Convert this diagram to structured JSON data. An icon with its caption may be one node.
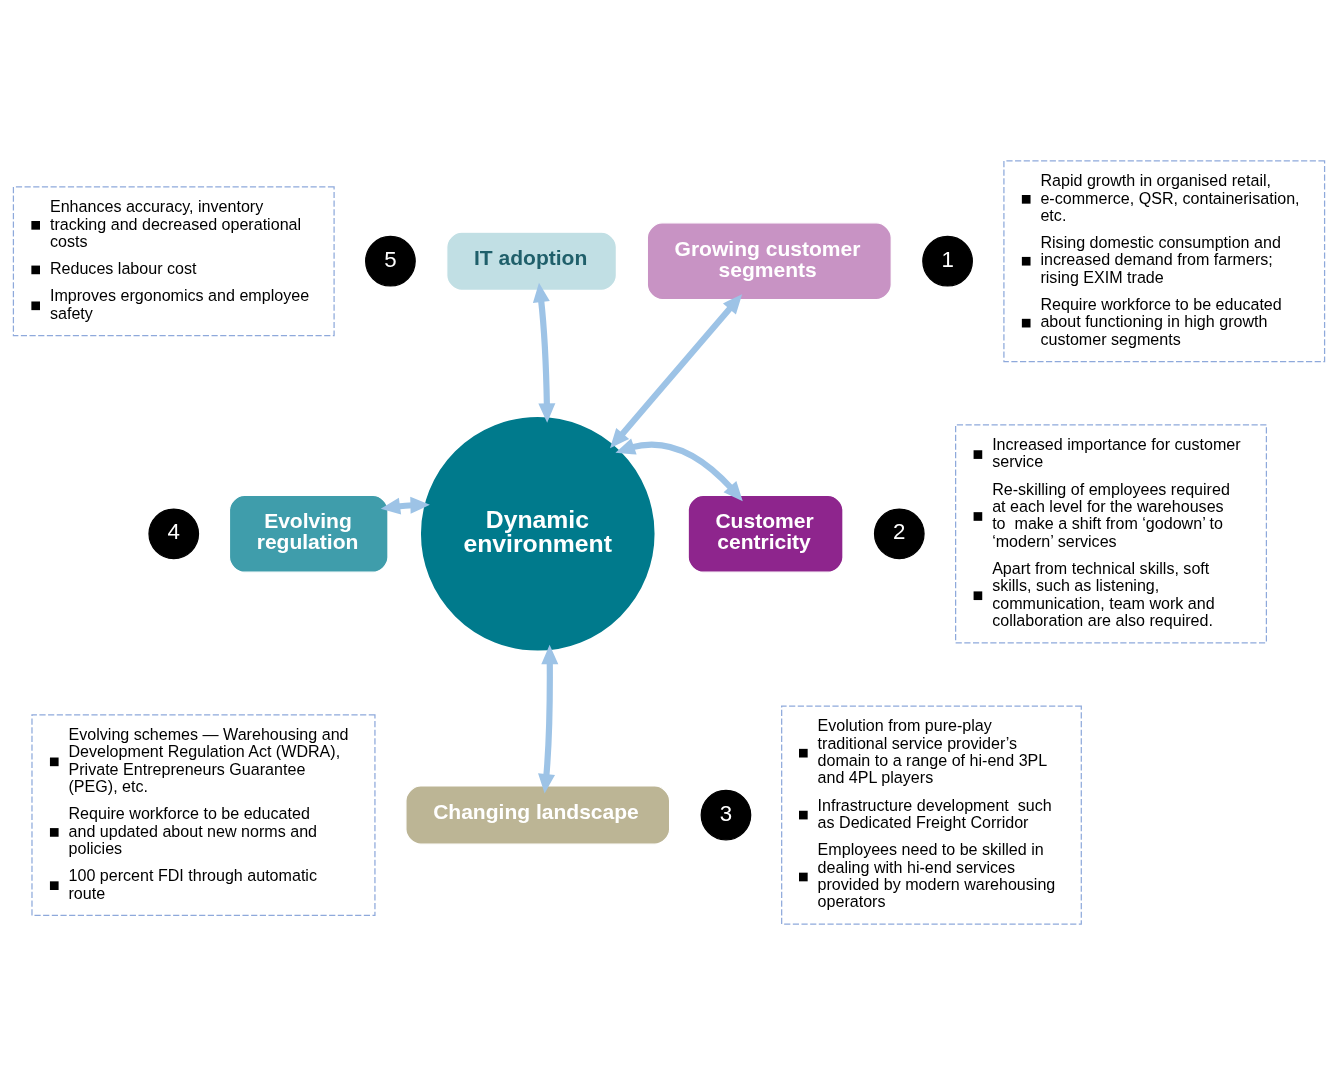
{
  "diagram": {
    "nodes": [
      {
        "text": [
          "Enhances accuracy, inventory tracking and decreased operational costs",
          "Reduces labour cost",
          "Improves ergonomics and employee safety"
        ]
      },
      {
        "text": [
          "Rapid growth in organised retail, e-commerce, QSR, containerisation, etc.",
          "Rising domestic consumption and increased demand from farmers; rising EXIM trade",
          "Require workforce to be educated about functioning in high growth customer segments"
        ]
      },
      {
        "text": [
          "1"
        ]
      },
      {
        "text": [
          "Growing customer segments"
        ]
      },
      {
        "text": [
          "5"
        ]
      },
      {
        "text": [
          "IT adoption"
        ]
      },
      {
        "text": [
          "Dynamic environment"
        ]
      },
      {
        "text": [
          "Increased importance for customer service",
          "Re-skilling of employees required at each level for the warehouses to  make a shift from ‘godown’ to ‘modern’ services",
          "Apart from technical skills, soft skills, such as listening, communication, team work and collaboration are also required."
        ]
      },
      {
        "text": [
          "Customer centricity"
        ]
      },
      {
        "text": [
          "2"
        ]
      },
      {
        "text": [
          "Evolving regulation"
        ]
      },
      {
        "text": [
          "4"
        ]
      },
      {
        "text": [
          "Evolving schemes — Warehousing and Development Regulation Act (WDRA), Private Entrepreneurs Guarantee (PEG), etc.",
          "Require workforce to be educated and updated about new norms and policies",
          "100 percent FDI through automatic route"
        ]
      },
      {
        "text": [
          "Changing landscape"
        ]
      },
      {
        "text": [
          "3"
        ]
      },
      {
        "text": [
          "Evolution from pure-play traditional service provider’s domain to a range of hi-end 3PL and 4PL players",
          "Infrastructure development  such as Dedicated Freight Corridor",
          "Employees need to be skilled in dealing with hi-end services provided by modern warehousing operators"
        ]
      }
    ],
    "edges": [
      {
        "from": 5,
        "to": 6,
        "arrow": "both"
      },
      {
        "from": 3,
        "to": 6,
        "arrow": "both"
      },
      {
        "from": 6,
        "to": 8,
        "arrow": "both"
      },
      {
        "from": 6,
        "to": 13,
        "arrow": "both"
      },
      {
        "from": 10,
        "to": 6,
        "arrow": "both"
      }
    ]
  }
}
